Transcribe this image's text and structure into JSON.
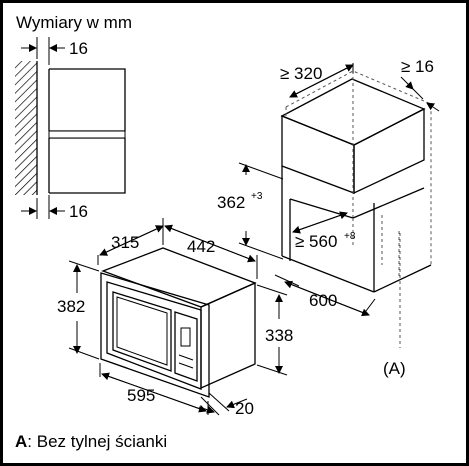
{
  "header": {
    "title": "Wymiary w mm"
  },
  "dimensions": {
    "top_gap": "16",
    "bottom_gap": "16",
    "niche_depth": "≥ 320",
    "side_gap": "≥ 16",
    "height_from_floor": "362",
    "height_from_floor_tol": "+3",
    "niche_width": "≥ 560",
    "niche_width_tol": "+8",
    "niche_front_depth": "600",
    "oven_depth": "315",
    "oven_width": "442",
    "oven_height": "382",
    "body_height": "338",
    "front_width": "595",
    "front_depth": "20"
  },
  "callout": {
    "label": "(A)"
  },
  "footer": {
    "key": "A",
    "text": ": Bez tylnej ścianki"
  }
}
